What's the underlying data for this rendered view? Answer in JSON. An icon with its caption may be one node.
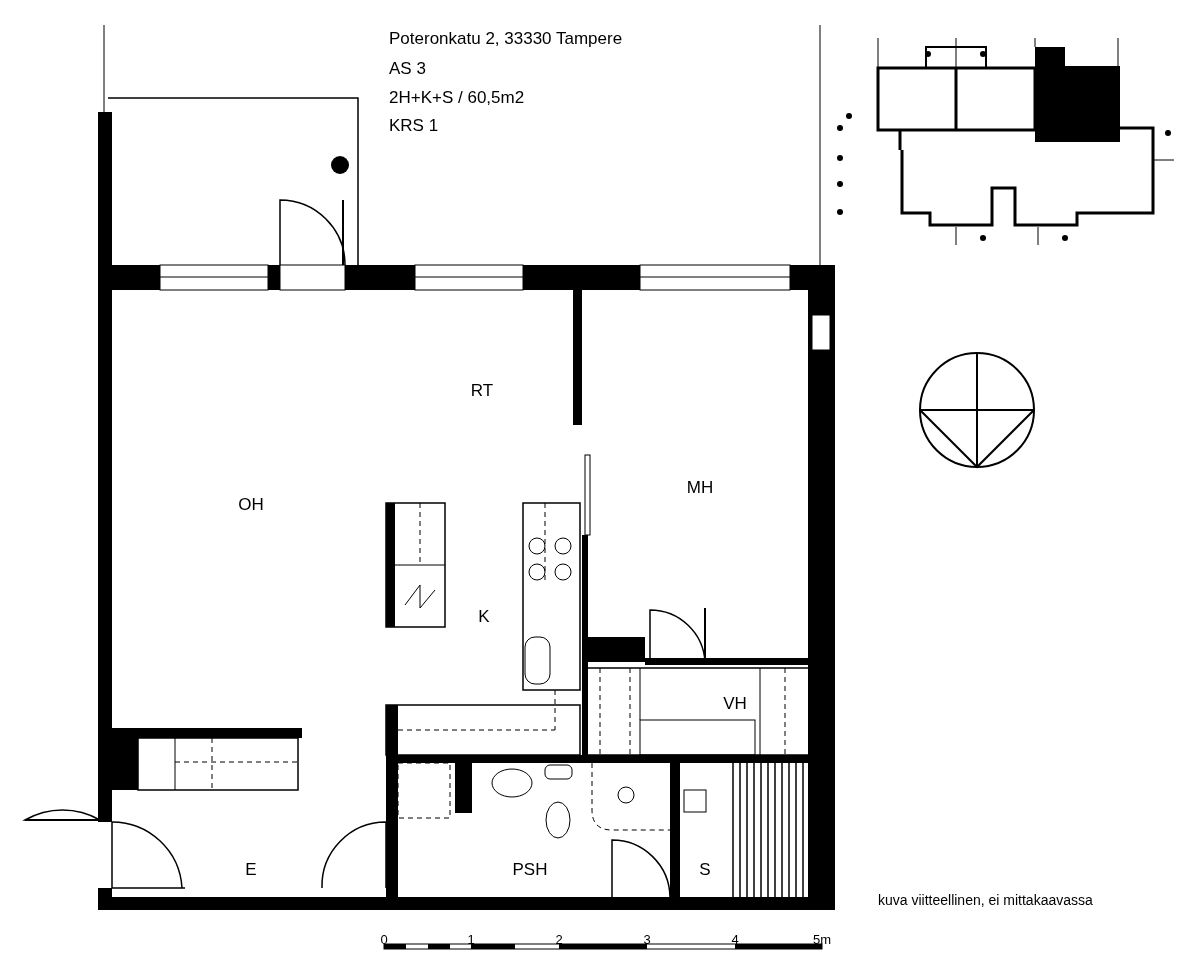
{
  "diagram": {
    "labels": [
      "Poteronkatu 2, 33330 Tampere",
      "AS 3",
      "2H+K+S / 60,5m2",
      "KRS 1",
      "RT",
      "MH",
      "OH",
      "K",
      "VH",
      "E",
      "PSH",
      "S",
      "kuva viitteellinen, ei mittakaavassa",
      "0",
      "1",
      "2",
      "3",
      "4",
      "5m"
    ]
  }
}
